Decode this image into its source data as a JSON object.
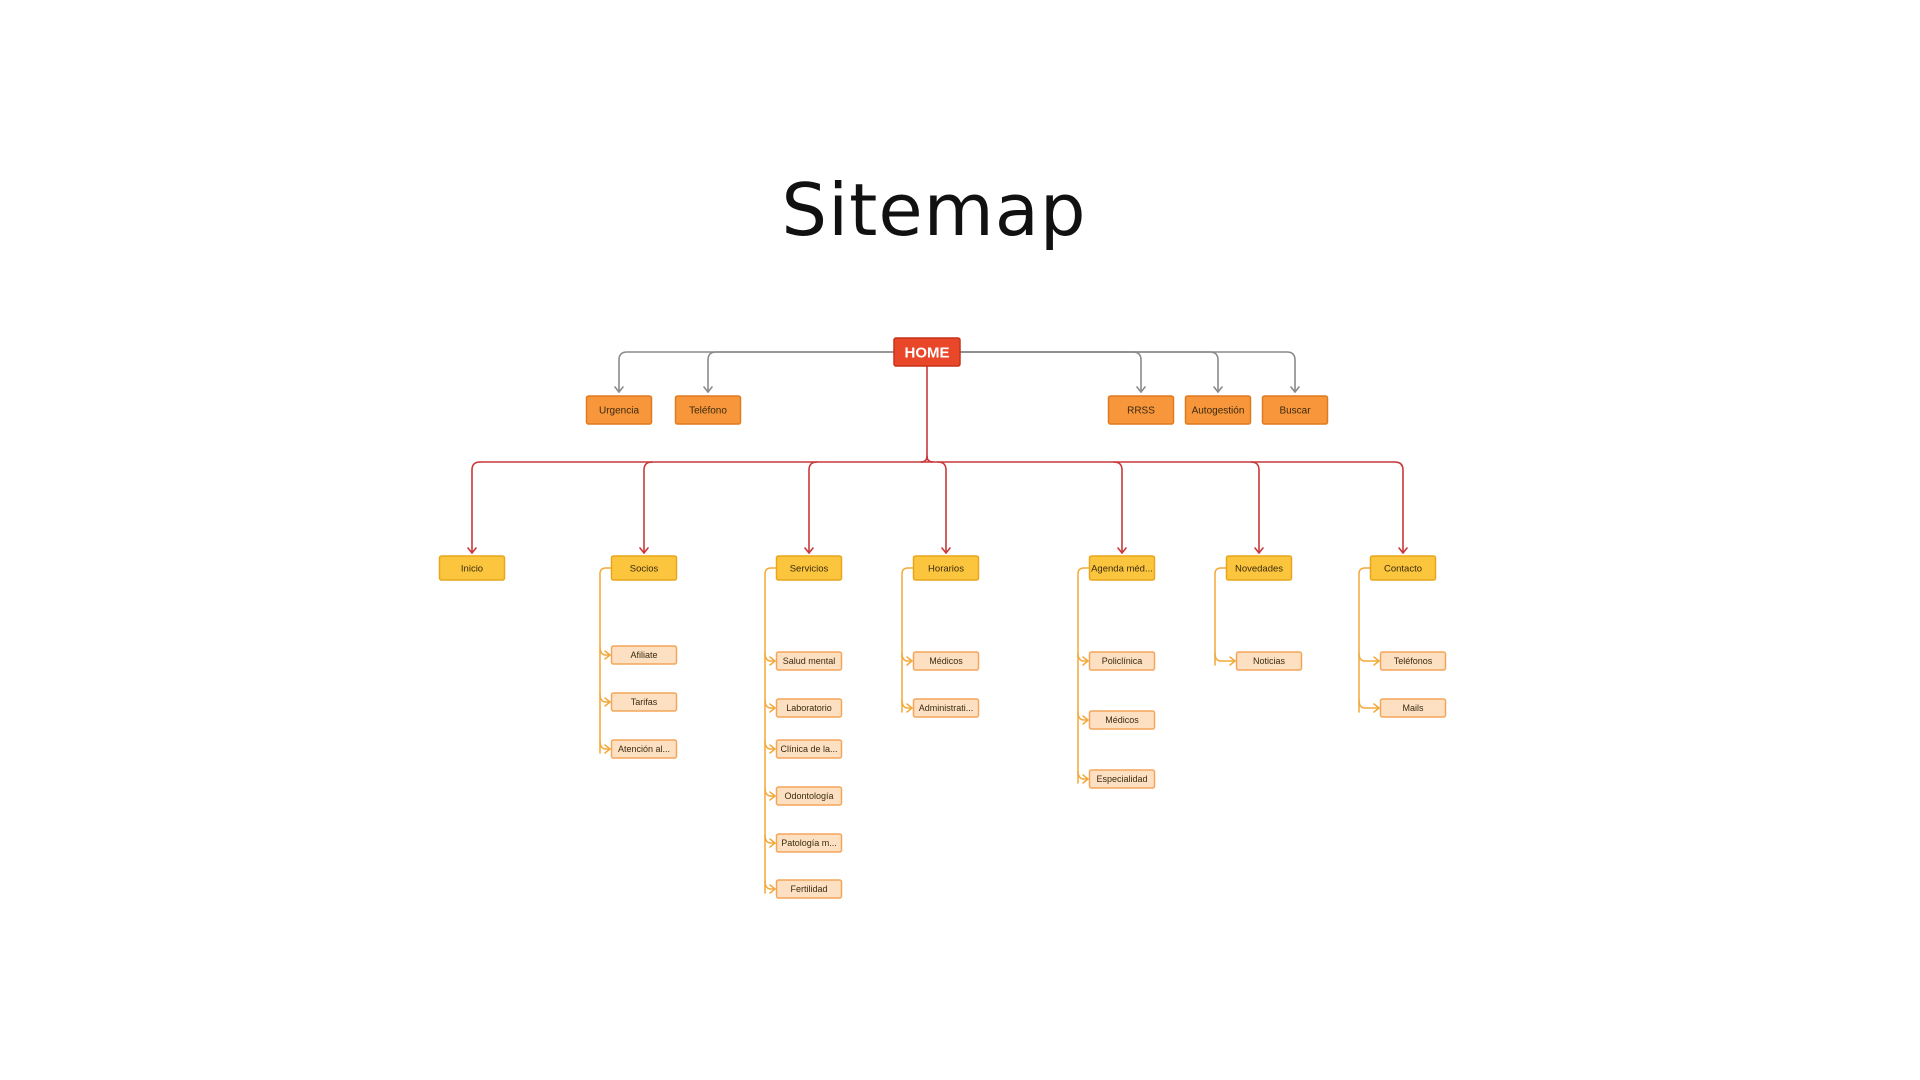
{
  "title": "Sitemap",
  "colors": {
    "home_fill": "#E9472A",
    "home_stroke": "#C8331A",
    "utility_fill": "#F7963B",
    "utility_stroke": "#E07A1F",
    "section_fill": "#FBC63D",
    "section_stroke": "#E9A51C",
    "page_fill": "#FDE0C2",
    "page_stroke": "#F3A65A",
    "utility_link": "#8A8A8A",
    "section_link": "#C9383A",
    "page_link": "#F3A93A"
  },
  "home": {
    "label": "HOME"
  },
  "utility": [
    {
      "label": "Urgencia"
    },
    {
      "label": "Teléfono"
    },
    {
      "label": "RRSS"
    },
    {
      "label": "Autogestión"
    },
    {
      "label": "Buscar"
    }
  ],
  "sections": [
    {
      "label": "Inicio",
      "children": []
    },
    {
      "label": "Socios",
      "children": [
        "Afiliate",
        "Tarifas",
        "Atención al..."
      ]
    },
    {
      "label": "Servicios",
      "children": [
        "Salud mental",
        "Laboratorio",
        "Clínica de la...",
        "Odontología",
        "Patología m...",
        "Fertilidad"
      ]
    },
    {
      "label": "Horarios",
      "children": [
        "Médicos",
        "Administrati..."
      ]
    },
    {
      "label": "Agenda méd...",
      "children": [
        "Policlínica",
        "Médicos",
        "Especialidad"
      ]
    },
    {
      "label": "Novedades",
      "children": [
        "Noticias"
      ]
    },
    {
      "label": "Contacto",
      "children": [
        "Teléfonos",
        "Mails"
      ]
    }
  ]
}
